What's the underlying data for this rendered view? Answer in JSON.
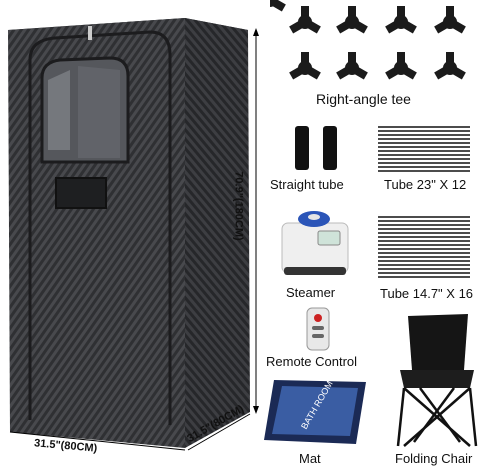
{
  "tent": {
    "height_label": "70.9\"(180CM)",
    "width_label": "31.5\"(80CM)",
    "depth_label": "31.5\"(80CM)"
  },
  "parts": {
    "right_angle_tee": "Right-angle tee",
    "straight_tube": "Straight tube",
    "tube_long": "Tube 23\" X 12",
    "steamer": "Steamer",
    "tube_short": "Tube 14.7\" X 16",
    "remote": "Remote Control",
    "mat": "Mat",
    "mat_print": "BATH ROOM",
    "chair": "Folding Chair"
  },
  "colors": {
    "tent_body": "#2f3033",
    "tent_stripe": "#4a4b4f",
    "connector": "#1b1b1b",
    "mat_blue": "#2f4f8f"
  }
}
